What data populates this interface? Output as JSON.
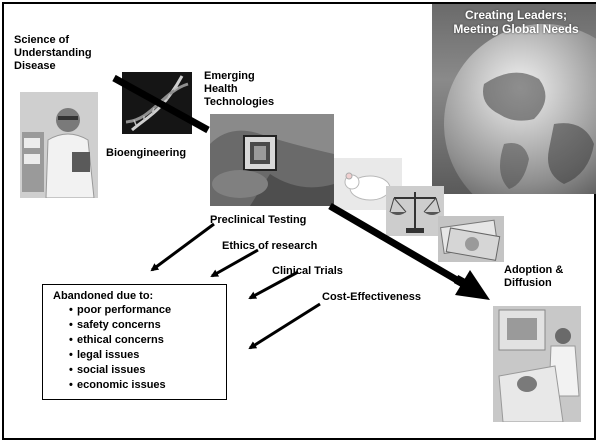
{
  "globe_panel": {
    "title": "Creating Leaders;\nMeeting Global Needs"
  },
  "stages": {
    "science": "Science of\nUnderstanding\nDisease",
    "bioengineering": "Bioengineering",
    "emerging": "Emerging\nHealth\nTechnologies",
    "preclinical": "Preclinical Testing",
    "ethics": "Ethics of research",
    "clinical": "Clinical Trials",
    "cost": "Cost-Effectiveness",
    "adoption": "Adoption &\nDiffusion"
  },
  "abandoned_box": {
    "title": "Abandoned due to:",
    "reasons": [
      "poor  performance",
      "safety concerns",
      "ethical concerns",
      "legal issues",
      "social issues",
      "economic issues"
    ]
  },
  "colors": {
    "arrow": "#000000",
    "text": "#000000",
    "globe_text": "#ffffff"
  }
}
